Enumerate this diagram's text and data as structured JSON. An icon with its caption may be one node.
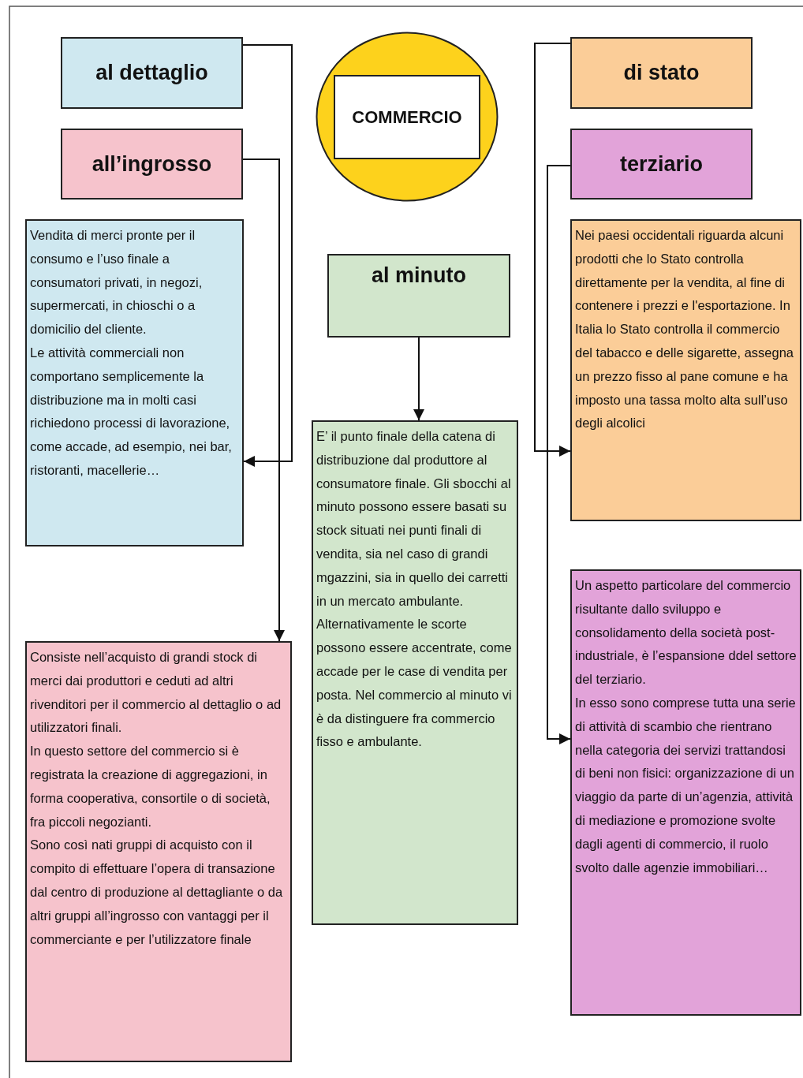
{
  "diagram": {
    "nodes": [
      {
        "text": [
          "al dettaglio"
        ]
      },
      {
        "text": [
          "all’ingrosso"
        ]
      },
      {
        "text": [],
        "shape": "circle"
      },
      {
        "text": [
          "COMMERCIO"
        ],
        "in": 2
      },
      {
        "text": [
          "di stato"
        ]
      },
      {
        "text": [
          "terziario"
        ]
      },
      {
        "text": [
          "Vendita di merci pronte per il consumo e l’uso finale a consumatori privati, in negozi, supermercati, in chioschi o a domicilio del cliente.",
          "Le attività commerciali non comportano semplicemente la distribuzione ma in molti casi richiedono processi di lavorazione, come accade, ad esempio, nei bar, ristoranti, macellerie…"
        ]
      },
      {
        "text": [
          "al minuto"
        ]
      },
      {
        "text": [
          "Nei paesi occidentali riguarda alcuni prodotti che lo Stato controlla direttamente per la vendita, al fine di contenere i prezzi e l'esportazione. In Italia lo Stato controlla il commercio del tabacco e delle sigarette, assegna un prezzo fisso al pane comune e ha imposto una tassa molto alta sull’uso degli alcolici"
        ]
      },
      {
        "text": [
          "E’ il punto finale della catena di distribuzione dal produttore al consumatore finale. Gli sbocchi al minuto possono essere basati su stock situati nei punti finali di vendita, sia nel caso di grandi mgazzini, sia in quello dei carretti in un mercato ambulante.",
          "Alternativamente le scorte possono essere accentrate, come accade per le case di vendita per posta. Nel commercio al minuto vi è da distinguere fra commercio fisso e ambulante."
        ]
      },
      {
        "text": [
          "Un aspetto particolare del commercio risultante dallo sviluppo e consolidamento della società post-industriale, è l’espansione ddel settore del terziario.",
          "In esso sono comprese tutta una serie di attività di scambio che rientrano nella categoria dei servizi trattandosi di beni non fisici: organizzazione di un viaggio da parte di un’agenzia, attività di mediazione e promozione svolte dagli agenti di commercio, il ruolo svolto dalle agenzie immobiliari…"
        ]
      },
      {
        "text": [
          "Consiste nell’acquisto di grandi stock di merci dai produttori e ceduti ad altri rivenditori per il commercio al dettaglio o ad utilizzatori finali.",
          "In questo settore del commercio si è registrata la creazione di aggregazioni, in forma cooperativa, consortile o di società, fra piccoli negozianti.",
          "Sono così nati gruppi di acquisto con il compito di effettuare l’opera di transazione dal centro di produzione al dettagliante o da altri gruppi all’ingrosso con vantaggi per il commerciante e per l’utilizzatore finale"
        ]
      }
    ],
    "edges": [
      {
        "from": 0,
        "to": 6,
        "arrow": "to"
      },
      {
        "from": 1,
        "to": 11,
        "arrow": "to"
      },
      {
        "from": 7,
        "to": 9,
        "arrow": "to"
      },
      {
        "from": 4,
        "to": 8,
        "arrow": "to"
      },
      {
        "from": 5,
        "to": 10,
        "arrow": "to"
      }
    ]
  }
}
